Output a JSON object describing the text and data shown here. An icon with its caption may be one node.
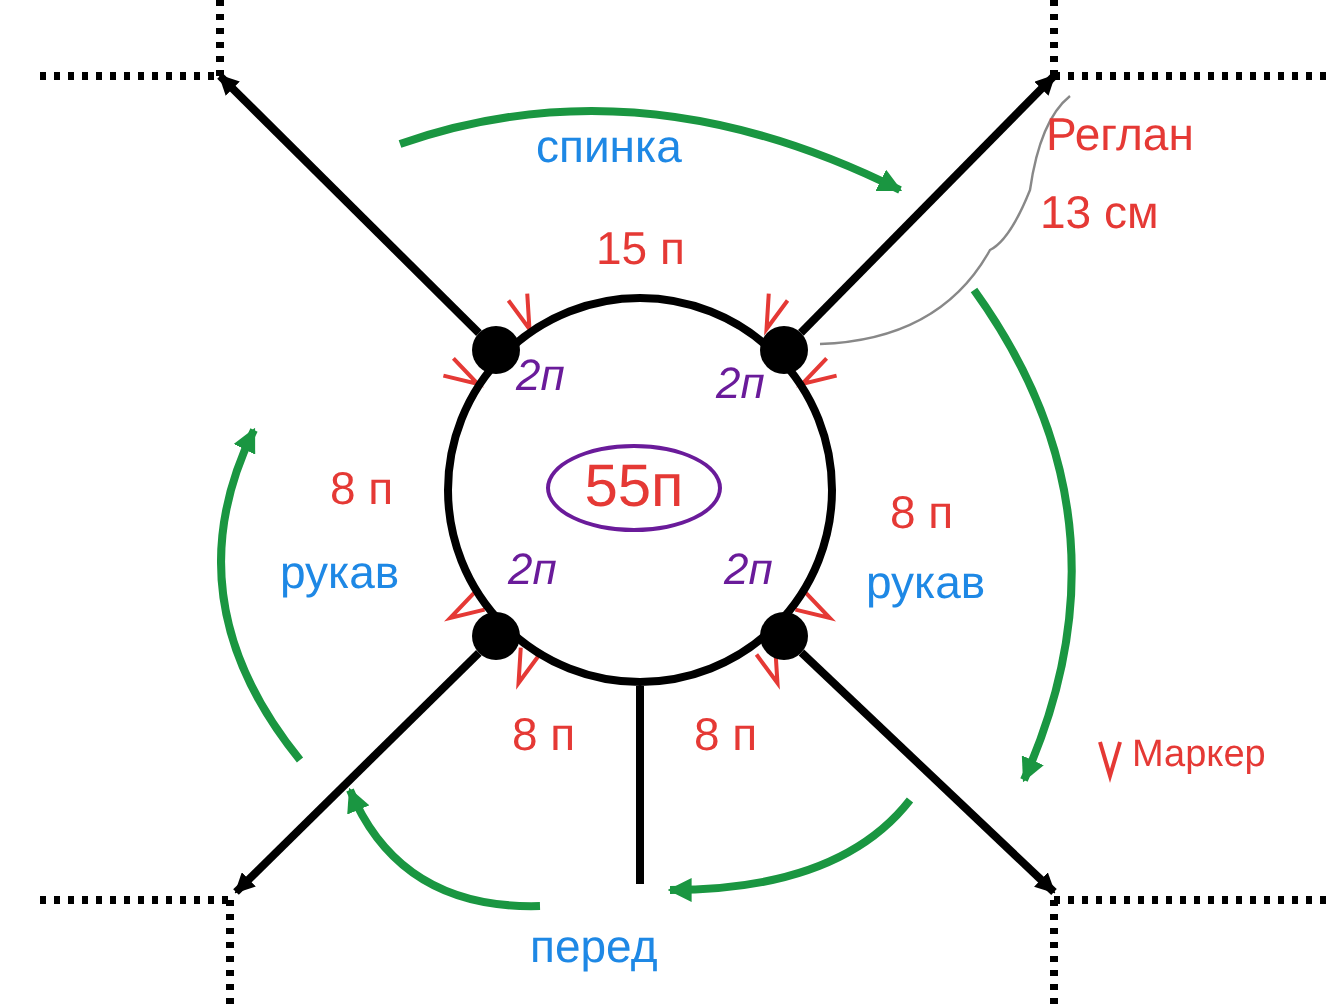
{
  "diagram": {
    "nodes": [
      {
        "text": [],
        "shape": "circle"
      },
      {
        "text": [
          "55п"
        ],
        "in": 0
      },
      {
        "text": [],
        "shape": "circle",
        "beside": [
          "2п"
        ],
        "in": 0
      },
      {
        "text": [],
        "shape": "circle",
        "beside": [
          "2п"
        ],
        "in": 0
      },
      {
        "text": [],
        "shape": "circle",
        "beside": [
          "2п"
        ],
        "in": 0
      },
      {
        "text": [],
        "shape": "circle",
        "beside": [
          "2п"
        ],
        "in": 0
      }
    ],
    "edges": [
      {
        "from": 2,
        "to": null,
        "arrow": "to"
      },
      {
        "from": 3,
        "to": null,
        "arrow": "to"
      },
      {
        "from": 4,
        "to": null,
        "arrow": "to"
      },
      {
        "from": 5,
        "to": null,
        "arrow": "to"
      },
      {
        "from": 0,
        "to": null,
        "arrow": "none"
      }
    ],
    "labels": [
      "спинка",
      "Реглан",
      "15 п",
      "13 см",
      "8 п",
      "8 п",
      "рукав",
      "рукав",
      "8 п",
      "8 п",
      "перед"
    ],
    "legend": [
      {
        "text": "Маркер"
      }
    ]
  }
}
